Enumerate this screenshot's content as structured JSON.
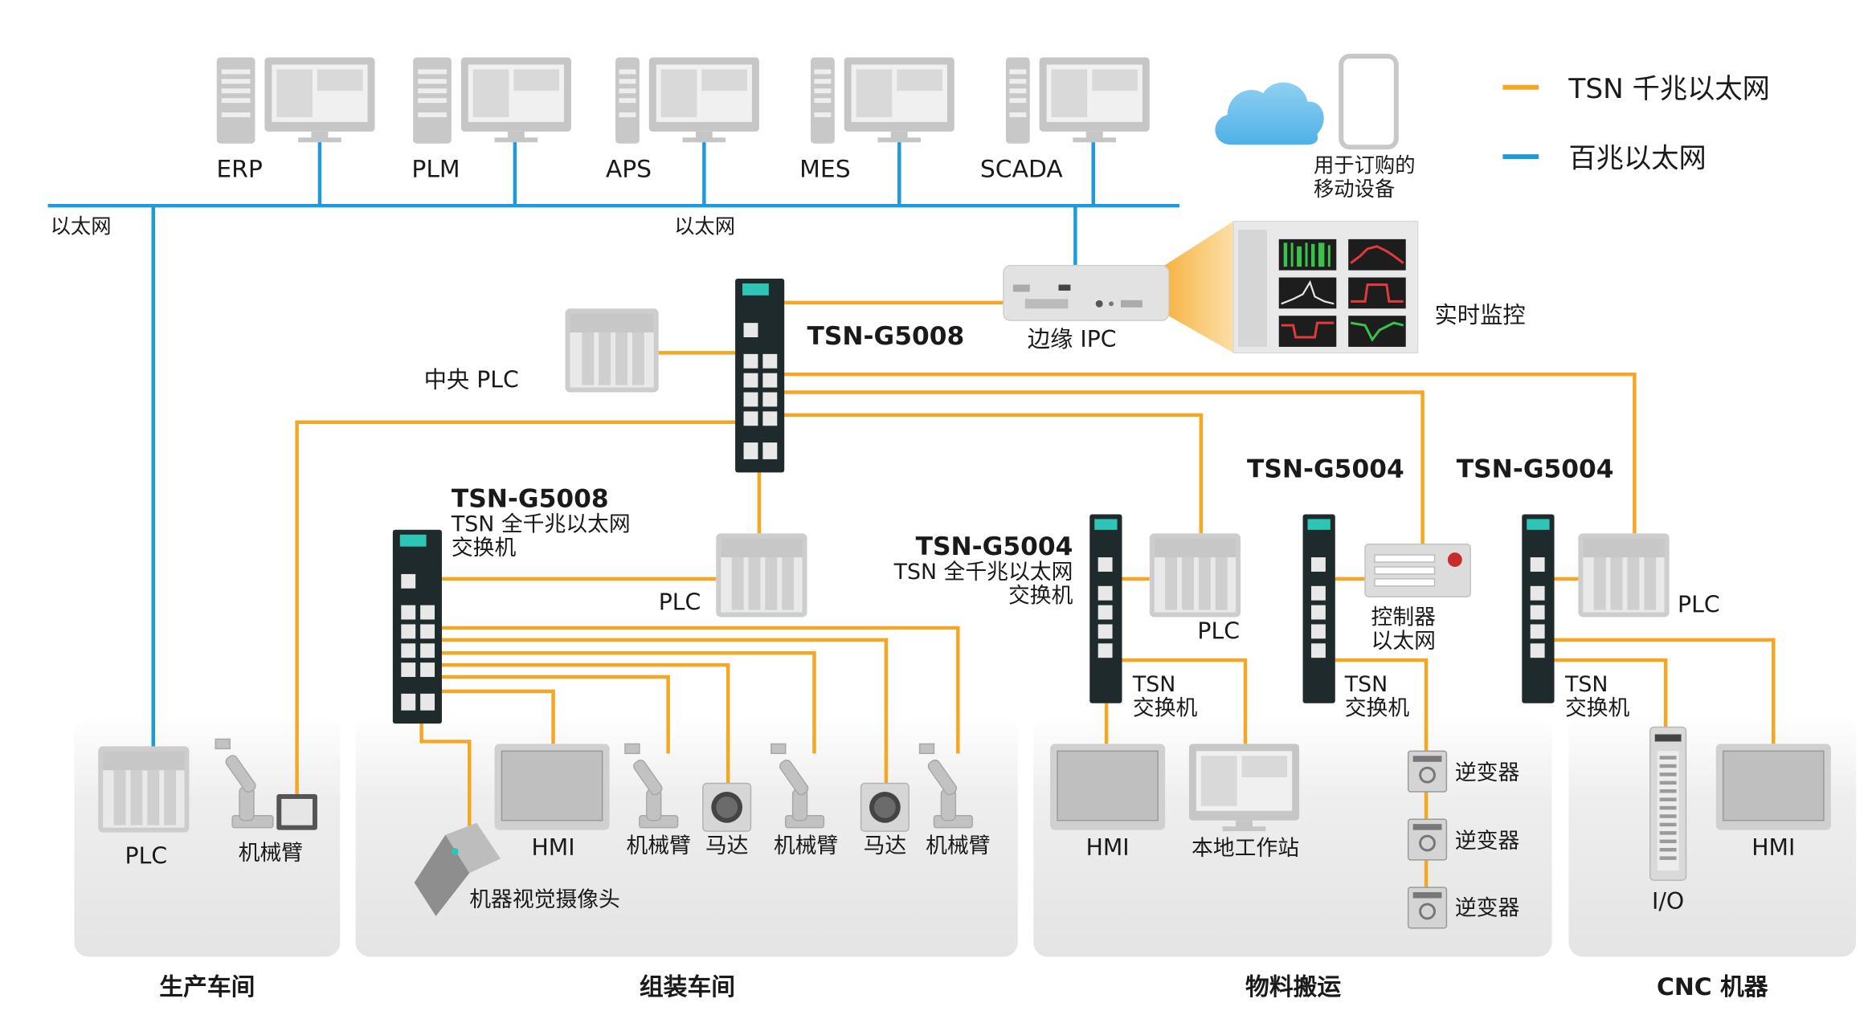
{
  "legend": {
    "tsn_label": "TSN 千兆以太网",
    "fast_label": "百兆以太网",
    "tsn_color": "#F5A623",
    "fast_color": "#1E9BD7"
  },
  "enterprise": {
    "systems": [
      "ERP",
      "PLM",
      "APS",
      "MES",
      "SCADA"
    ],
    "ethernet_left": "以太网",
    "ethernet_center": "以太网",
    "mobile_label_1": "用于订购的",
    "mobile_label_2": "移动设备"
  },
  "core": {
    "switch_name": "TSN-G5008",
    "central_plc": "中央 PLC",
    "edge_ipc": "边缘 IPC",
    "monitoring": "实时监控"
  },
  "assembly": {
    "switch_name": "TSN-G5008",
    "switch_desc_1": "TSN 全千兆以太网",
    "switch_desc_2": "交换机",
    "plc": "PLC",
    "hmi": "HMI",
    "camera": "机器视觉摄像头",
    "robot_arm": "机械臂",
    "motor": "马达"
  },
  "production": {
    "plc": "PLC",
    "robot_arm": "机械臂"
  },
  "material": {
    "switch_name": "TSN-G5004",
    "switch_desc_1": "TSN 全千兆以太网",
    "switch_desc_2": "交换机",
    "plc": "PLC",
    "switch_label_1": "TSN",
    "switch_label_2": "交换机",
    "hmi": "HMI",
    "workstation": "本地工作站",
    "switch2_name": "TSN-G5004",
    "controller_1": "控制器",
    "controller_2": "以太网",
    "inverter": "逆变器"
  },
  "cnc": {
    "switch_name": "TSN-G5004",
    "plc": "PLC",
    "switch_label_1": "TSN",
    "switch_label_2": "交换机",
    "io": "I/O",
    "hmi": "HMI"
  },
  "areas": {
    "production": "生产车间",
    "assembly": "组装车间",
    "material": "物料搬运",
    "cnc": "CNC 机器"
  }
}
